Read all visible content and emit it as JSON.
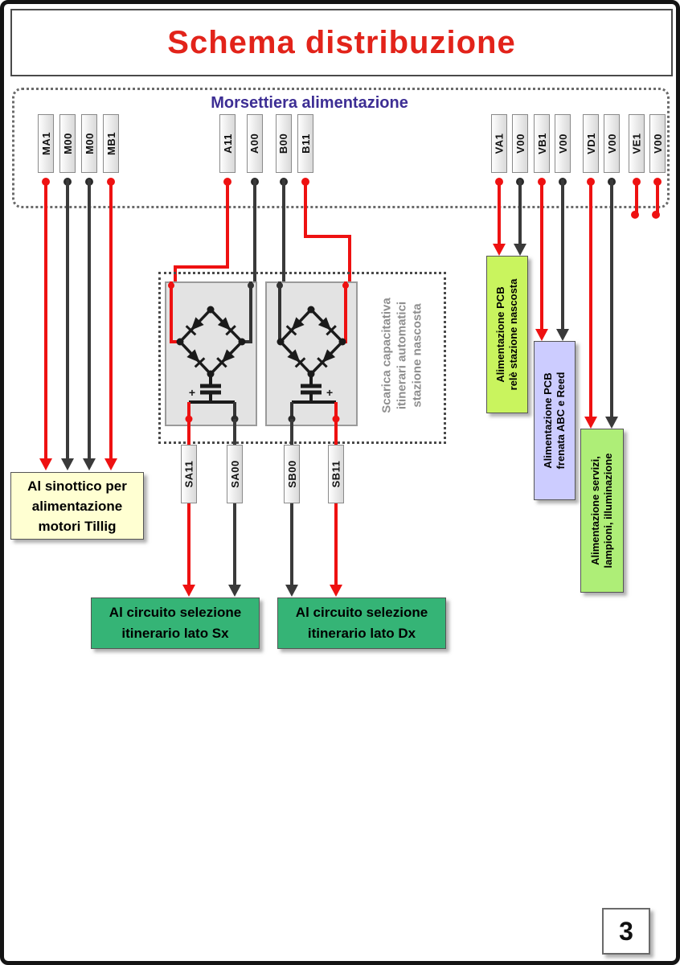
{
  "page": {
    "title": "Schema distribuzione",
    "page_number": "3"
  },
  "terminal_strip": {
    "title": "Morsettiera alimentazione",
    "left_group": [
      {
        "label": "MA1",
        "wire": "red"
      },
      {
        "label": "M00",
        "wire": "black"
      },
      {
        "label": "M00",
        "wire": "black"
      },
      {
        "label": "MB1",
        "wire": "red"
      }
    ],
    "middle_group": [
      {
        "label": "A11",
        "wire": "red"
      },
      {
        "label": "A00",
        "wire": "black"
      },
      {
        "label": "B00",
        "wire": "black"
      },
      {
        "label": "B11",
        "wire": "red"
      }
    ],
    "right_group": [
      {
        "label": "VA1",
        "wire": "red"
      },
      {
        "label": "V00",
        "wire": "black"
      },
      {
        "label": "VB1",
        "wire": "red"
      },
      {
        "label": "V00",
        "wire": "black"
      },
      {
        "label": "VD1",
        "wire": "red"
      },
      {
        "label": "V00",
        "wire": "black"
      },
      {
        "label": "VE1",
        "wire": "red"
      },
      {
        "label": "V00",
        "wire": "red"
      }
    ]
  },
  "capacitive_discharge_box": {
    "label_lines": [
      "Scarica capacitativa",
      "itinerari automatici",
      "stazione nascosta"
    ],
    "capacitor_plus": "+"
  },
  "output_terminals": [
    {
      "label": "SA11",
      "wire": "red"
    },
    {
      "label": "SA00",
      "wire": "black"
    },
    {
      "label": "SB00",
      "wire": "black"
    },
    {
      "label": "SB11",
      "wire": "red"
    }
  ],
  "destinations": {
    "sinottico": {
      "lines": [
        "Al sinottico per",
        "alimentazione",
        "motori Tillig"
      ]
    },
    "selezione_sx": {
      "lines": [
        "Al circuito selezione",
        "itinerario lato Sx"
      ]
    },
    "selezione_dx": {
      "lines": [
        "Al circuito selezione",
        "itinerario lato Dx"
      ]
    },
    "pcb_rele": {
      "lines": [
        "Alimentazione PCB",
        "relè stazione nascosta"
      ]
    },
    "pcb_frenata": {
      "lines": [
        "Alimentazione PCB",
        "frenata ABC e Reed"
      ]
    },
    "servizi": {
      "lines": [
        "Alimentazione servizi,",
        "lampioni, illuminazione"
      ]
    }
  },
  "colors": {
    "title_red": "#e2231a",
    "strip_title_purple": "#3d2e94",
    "wire_red": "#ee1111",
    "wire_black": "#3a3a3a",
    "box_sinottico_bg": "#ffffd2",
    "box_selezione_bg": "#35b476",
    "box_pcb_rele_bg": "#c9f45e",
    "box_pcb_frenata_bg": "#ccccff",
    "box_servizi_bg": "#aeee77"
  }
}
